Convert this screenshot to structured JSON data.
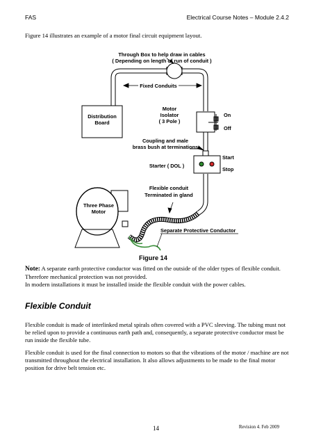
{
  "header": {
    "left": "FAS",
    "right": "Electrical Course Notes – Module 2.4.2"
  },
  "intro": "Figure 14 illustrates an example of a motor final circuit equipment layout.",
  "diagram": {
    "through_box_line1": "Through Box to help draw in cables",
    "through_box_line2": "( Depending on length of run of conduit )",
    "fixed_conduits": "Fixed Conduits",
    "distribution_line1": "Distribution",
    "distribution_line2": "Board",
    "isolator_line1": "Motor",
    "isolator_line2": "Isolator",
    "isolator_line3": "( 3 Pole )",
    "on": "On",
    "off": "Off",
    "coupling_line1": "Coupling and male",
    "coupling_line2": "brass bush at terminations",
    "starter": "Starter ( DOL )",
    "start": "Start",
    "stop": "Stop",
    "flexible_line1": "Flexible conduit",
    "flexible_line2": "Terminated in gland",
    "motor_line1": "Three Phase",
    "motor_line2": "Motor",
    "separate_conductor": "Separate Protective Conductor",
    "colors": {
      "start_button": "#2e8b2e",
      "stop_button": "#d42a2a",
      "protective_conductor": "#3a8f3a"
    }
  },
  "figure_caption": "Figure 14",
  "note": {
    "label": "Note:",
    "text": " A separate earth protective conductor was fitted on the outside of the older types of flexible conduit.  Therefore mechanical protection was not provided.",
    "line2": "In modern installations it must be installed inside the flexible conduit with the power cables."
  },
  "section_heading": "Flexible Conduit",
  "paragraph1": "Flexible conduit is made of interlinked metal spirals often covered with a PVC sleeving. The tubing must not be relied upon to provide a continuous earth path and, consequently, a separate protective conductor must be run inside the flexible tube.",
  "paragraph2": "Flexible conduit is used for the final connection to motors so that the vibrations of the motor / machine are not transmitted throughout the electrical installation. It also allows adjustments to be made to the final motor position for drive belt tension etc.",
  "footer": {
    "page_number": "14",
    "revision": "Revision 4. Feb 2009"
  }
}
